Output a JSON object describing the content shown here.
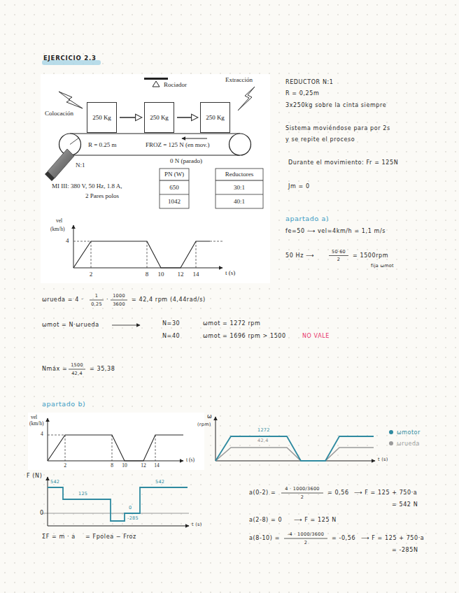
{
  "diagram": {
    "title": "EJERCICIO 2.3",
    "nodes": [
      {
        "text": [
          "250 Kg"
        ]
      },
      {
        "text": [
          "250 Kg"
        ]
      },
      {
        "text": [
          "250 Kg"
        ]
      }
    ],
    "edges": [
      {
        "from": 0,
        "to": 1,
        "arrow": "to"
      },
      {
        "from": 1,
        "to": 2,
        "arrow": "to"
      }
    ],
    "labels": [
      "Rociador",
      "Extracción",
      "Colocación",
      "R = 0.25 m",
      "FROZ = 125 N (en mov.)",
      "0 N (parado)",
      "N:1",
      "MI III: 380 V, 50 Hz, 1.8 A,",
      "2 Pares polos",
      "PN (W)",
      "Reductores",
      "650",
      "30:1",
      "1042",
      "40:1",
      "vel",
      "(km/h)",
      "4",
      "2",
      "8",
      "10",
      "12",
      "14",
      "t (s)",
      "REDUCTOR  N:1",
      "R = 0,25m",
      "3x250kg  sobre la cinta siempre",
      "Sistema moviéndose para por 2s",
      "y se repite el proceso",
      "Durante el movimiento: Fr = 125N",
      "Jm = 0",
      "apartado a)",
      "fe=50 ⟶ vel=4km/h = 1,1 m/s",
      "50 Hz ⟶",
      "50·60",
      "2",
      "= 1500rpm",
      "fija ωmot",
      "ωrueda = 4 ·",
      "1",
      "0,25",
      "·",
      "1000",
      "3600",
      "= 42,4 rpm  (4,44rad/s)",
      "ωmot = N·ωrueda",
      "N=30",
      "ωmot = 1272 rpm",
      "N=40",
      "ωmot = 1696 rpm > 1500",
      "NO VALE",
      "Nmáx =",
      "1500",
      "42,4",
      "= 35,38",
      "apartado b)",
      "vel",
      "(km/h)",
      "4",
      "2",
      "8",
      "10",
      "12",
      "14",
      "t (s)",
      "ω",
      "(rpm)",
      "1272",
      "42,4",
      "t (s)",
      "F (N)",
      "0",
      "542",
      "125",
      "0",
      "-285",
      "542",
      "t (s)",
      "ΣF = m · a",
      "= Fpolea − Froz",
      "a(0-2) =",
      "4 · 1000/3600",
      "2",
      "= 0,56",
      "⟶ F = 125 + 750·a",
      "= 542 N",
      "a(2-8) = 0",
      "⟶ F = 125 N",
      "a(8-10) =",
      "-4 · 1000/3600",
      "2",
      "= -0,56",
      "⟶ F = 125 + 750·a",
      "= -285N"
    ],
    "legend": [
      {
        "text": "ωmotor",
        "color": "#2f8aa0"
      },
      {
        "text": "ωrueda",
        "color": "#9a9a9a"
      }
    ]
  }
}
